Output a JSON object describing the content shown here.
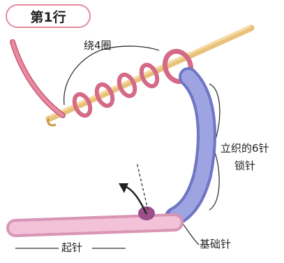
{
  "title": "第1行",
  "labels": {
    "wraps": "绕4圈",
    "turning_chain": "立织的6针",
    "chain_stitch": "锁针",
    "base_stitch": "基础针",
    "foundation": "起针"
  },
  "colors": {
    "pink_yarn": "#e07a92",
    "blue_chain": "#8d93d8",
    "light_pink_chain": "#f1b6cf",
    "hook": "#e8c27a",
    "title_border": "#e58a9c"
  }
}
